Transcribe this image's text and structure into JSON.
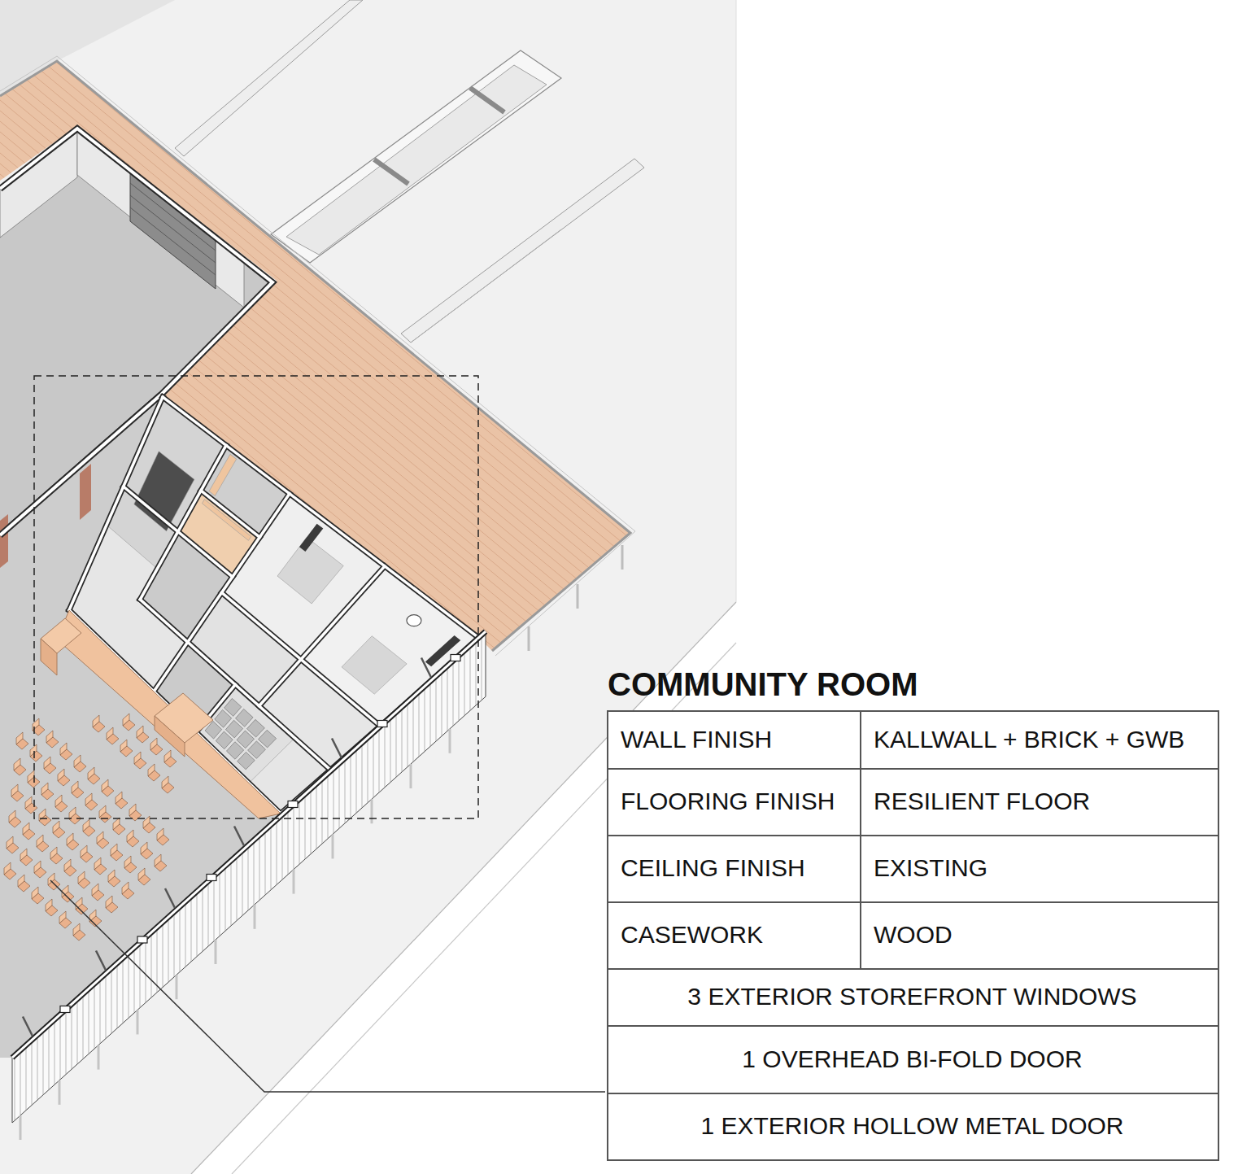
{
  "diagram": {
    "title": "COMMUNITY ROOM",
    "labels": [
      "WALL FINISH",
      "KALLWALL + BRICK + GWB",
      "FLOORING FINISH",
      "RESILIENT FLOOR",
      "CEILING FINISH",
      "EXISTING",
      "CASEWORK",
      "WOOD",
      "3 EXTERIOR STOREFRONT WINDOWS",
      "1 OVERHEAD BI-FOLD DOOR",
      "1 EXTERIOR HOLLOW METAL DOOR"
    ]
  }
}
